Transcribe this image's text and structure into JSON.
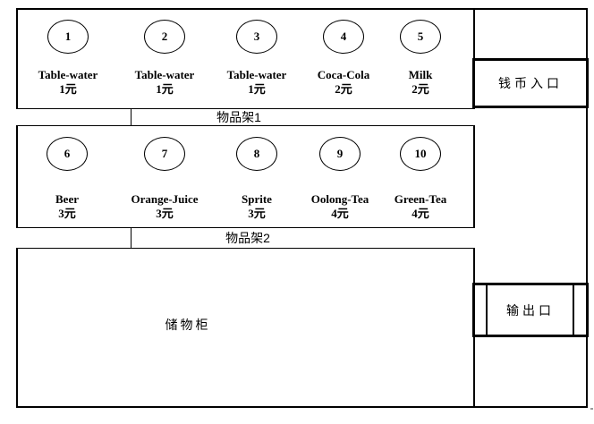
{
  "machine": {
    "shelves": [
      {
        "label": "物品架1",
        "items": [
          {
            "num": "1",
            "name": "Table-water",
            "price": "1元"
          },
          {
            "num": "2",
            "name": "Table-water",
            "price": "1元"
          },
          {
            "num": "3",
            "name": "Table-water",
            "price": "1元"
          },
          {
            "num": "4",
            "name": "Coca-Cola",
            "price": "2元"
          },
          {
            "num": "5",
            "name": "Milk",
            "price": "2元"
          }
        ]
      },
      {
        "label": "物品架2",
        "items": [
          {
            "num": "6",
            "name": "Beer",
            "price": "3元"
          },
          {
            "num": "7",
            "name": "Orange-Juice",
            "price": "3元"
          },
          {
            "num": "8",
            "name": "Sprite",
            "price": "3元"
          },
          {
            "num": "9",
            "name": "Oolong-Tea",
            "price": "4元"
          },
          {
            "num": "10",
            "name": "Green-Tea",
            "price": "4元"
          }
        ]
      }
    ],
    "storage": {
      "label": "储物柜"
    },
    "coin_slot": {
      "label": "钱币入口"
    },
    "output_slot": {
      "label": "输出口"
    },
    "colors": {
      "line": "#000000",
      "background": "#ffffff"
    }
  }
}
